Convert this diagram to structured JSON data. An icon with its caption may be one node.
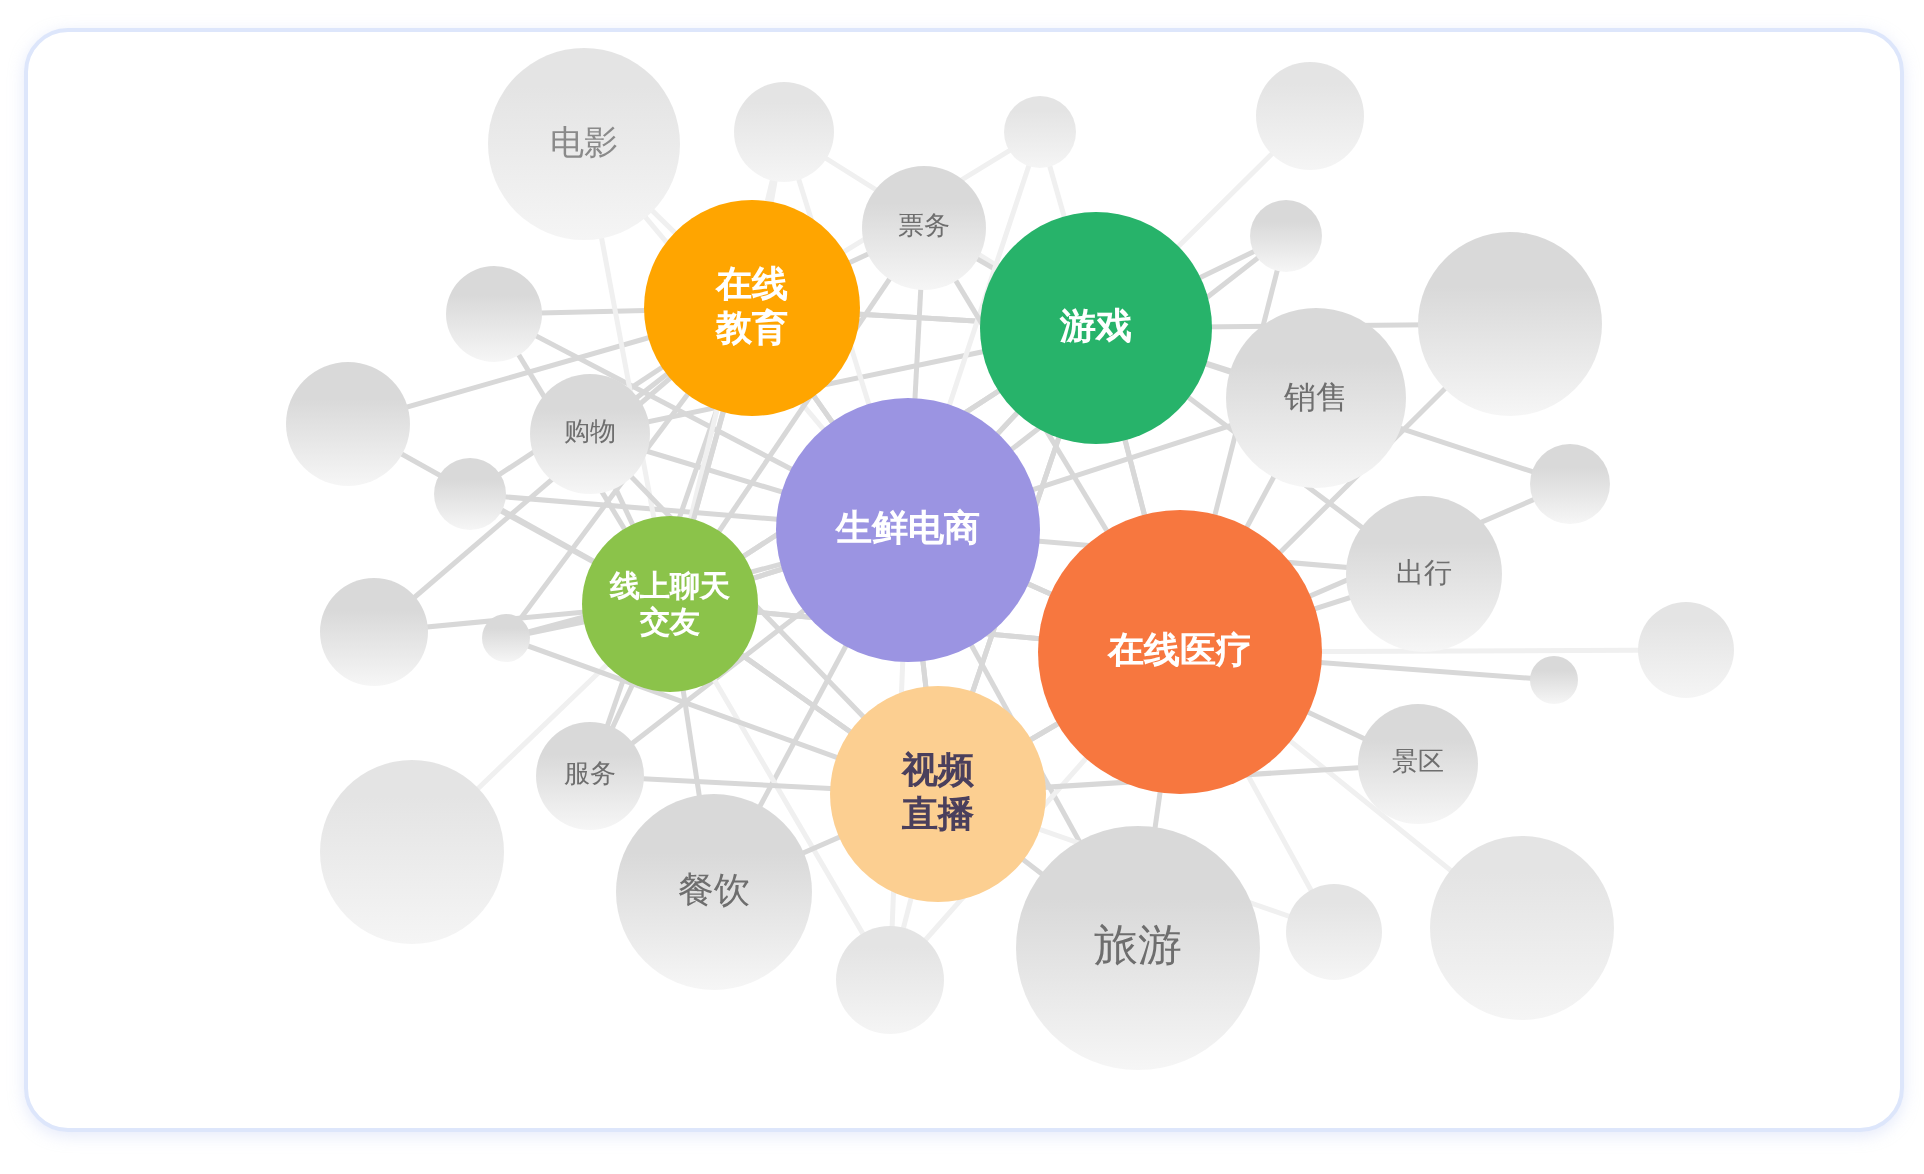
{
  "diagram": {
    "nodes": [
      {
        "text": [
          "电影"
        ]
      },
      {
        "text": [],
        "shape": "circle"
      },
      {
        "text": [],
        "shape": "circle"
      },
      {
        "text": [],
        "shape": "circle"
      },
      {
        "text": [
          "票务"
        ]
      },
      {
        "text": [
          "在线教育"
        ]
      },
      {
        "text": [
          "游戏"
        ]
      },
      {
        "text": [],
        "shape": "circle"
      },
      {
        "text": [],
        "shape": "circle"
      },
      {
        "text": [],
        "shape": "circle"
      },
      {
        "text": [
          "销售"
        ]
      },
      {
        "text": [],
        "shape": "circle"
      },
      {
        "text": [
          "购物"
        ]
      },
      {
        "text": [
          "生鲜电商"
        ]
      },
      {
        "text": [],
        "shape": "circle"
      },
      {
        "text": [],
        "shape": "circle"
      },
      {
        "text": [
          "出行"
        ]
      },
      {
        "text": [
          "线上聊天交友"
        ]
      },
      {
        "text": [
          "在线医疗"
        ]
      },
      {
        "text": [],
        "shape": "circle"
      },
      {
        "text": [],
        "shape": "circle"
      },
      {
        "text": [],
        "shape": "circle"
      },
      {
        "text": [],
        "shape": "circle"
      },
      {
        "text": [
          "服务"
        ]
      },
      {
        "text": [
          "景区"
        ]
      },
      {
        "text": [
          "视频直播"
        ]
      },
      {
        "text": [],
        "shape": "circle"
      },
      {
        "text": [
          "餐饮"
        ]
      },
      {
        "text": [],
        "shape": "circle"
      },
      {
        "text": [
          "旅游"
        ]
      },
      {
        "text": [],
        "shape": "circle"
      },
      {
        "text": [],
        "shape": "circle"
      }
    ]
  }
}
